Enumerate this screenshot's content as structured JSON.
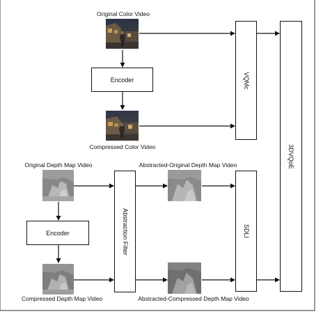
{
  "labels": {
    "original_color_video": "Original Color Video",
    "compressed_color_video": "Compressed Color Video",
    "original_depth_map_video": "Original Depth Map Video",
    "compressed_depth_map_video": "Compressed Depth Map Video",
    "abstracted_original_depth_map_video": "Abstracted-Original Depth Map Video",
    "abstracted_compressed_depth_map_video": "Abstracted-Compressed Depth Map Video"
  },
  "boxes": {
    "encoder_top": "Encoder",
    "encoder_bottom": "Encoder",
    "vqmc": "VQMc",
    "abstraction_filter": "Abstraction Filter",
    "sdli": "SDLI",
    "qoe": "3DVQoE"
  },
  "icons": {
    "color_thumbnails": "night-street-scene-thumbnail",
    "depth_thumbnails": "grayscale-depth-map-thumbnail"
  },
  "colors": {
    "line": "#111111",
    "frame": "#555555"
  }
}
